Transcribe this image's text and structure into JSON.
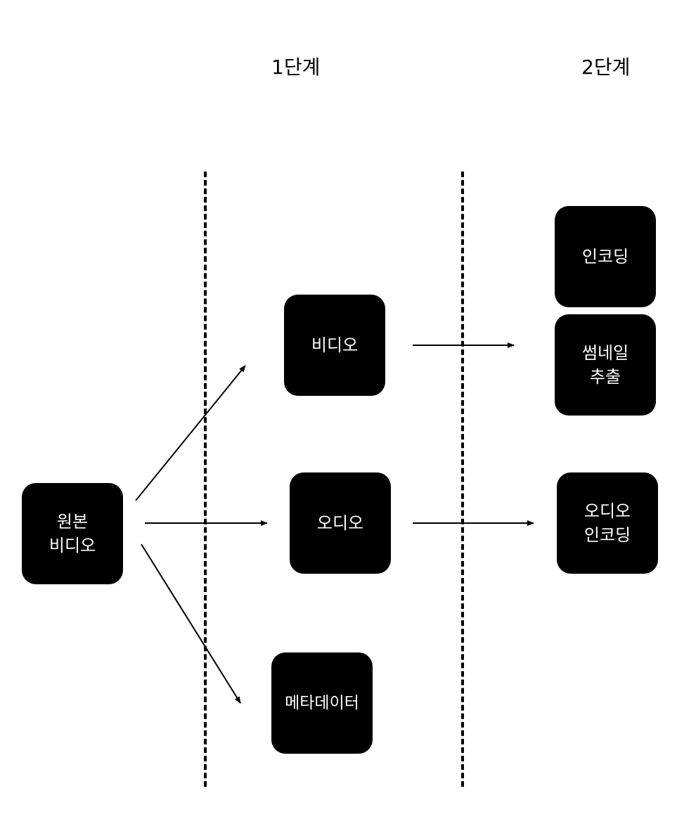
{
  "stages": {
    "stage1": "1단계",
    "stage2": "2단계"
  },
  "nodes": {
    "source": "원본\n비디오",
    "video": "비디오",
    "audio": "오디오",
    "metadata": "메타데이터",
    "encoding": "인코딩",
    "thumbnail": "썸네일\n추출",
    "audio_encoding": "오디오\n인코딩"
  },
  "colors": {
    "node_fill": "#000000",
    "node_text": "#ffffff",
    "line": "#000000",
    "background": "#ffffff"
  }
}
